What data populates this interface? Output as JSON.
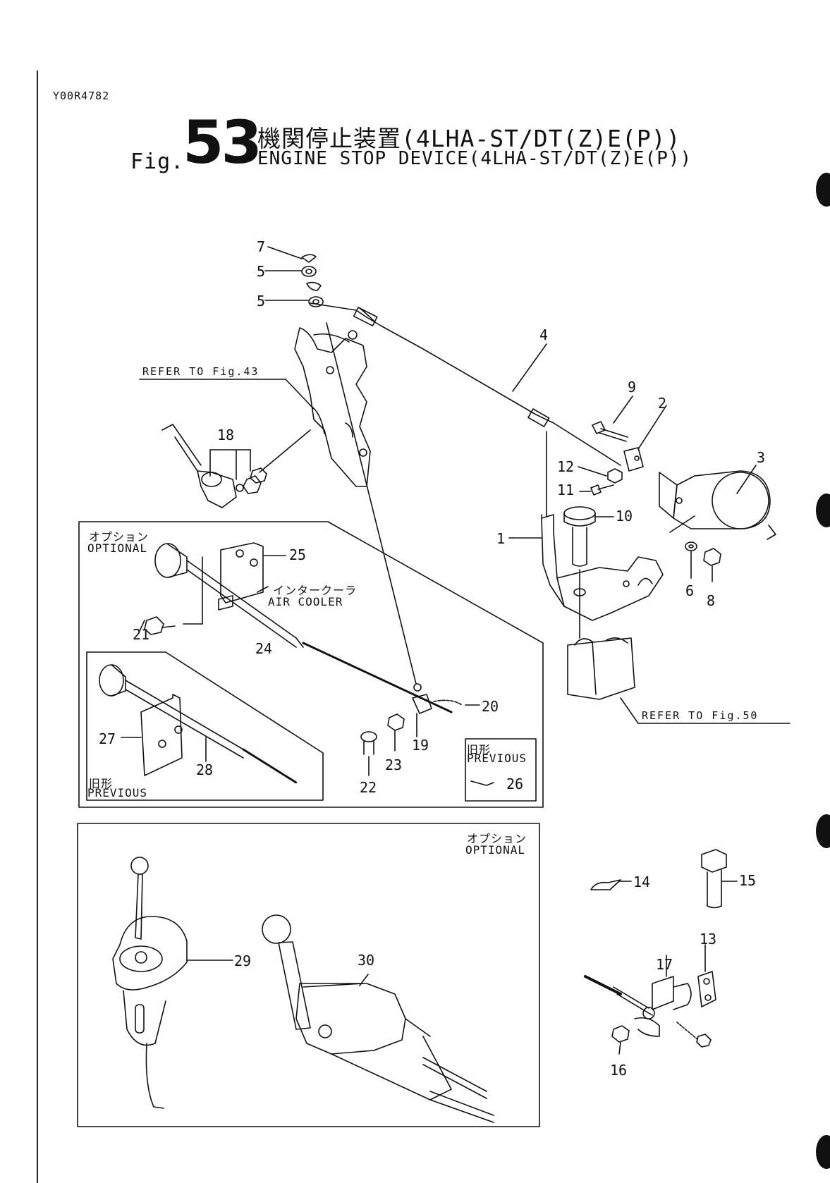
{
  "header": {
    "doc_id": "Y00R4782",
    "fig_prefix": "Fig.",
    "fig_number": "53",
    "title_jp": "機関停止装置(4LHA-ST/DT(Z)E(P))",
    "title_en": "ENGINE STOP DEVICE(4LHA-ST/DT(Z)E(P))"
  },
  "references": {
    "fig43": "REFER TO Fig.43",
    "fig50": "REFER TO Fig.50"
  },
  "boxes": {
    "optional_jp": "オプション",
    "optional_en": "OPTIONAL",
    "intercooler_jp": "インタークーラ",
    "air_cooler": "AIR COOLER",
    "previous_jp": "旧形",
    "previous_en": "PREVIOUS"
  },
  "callouts": {
    "p1": "1",
    "p2": "2",
    "p3": "3",
    "p4": "4",
    "p5a": "5",
    "p5b": "5",
    "p6": "6",
    "p7": "7",
    "p8": "8",
    "p9": "9",
    "p10": "10",
    "p11": "11",
    "p12": "12",
    "p13": "13",
    "p14": "14",
    "p15": "15",
    "p16": "16",
    "p17": "17",
    "p18": "18",
    "p19": "19",
    "p20": "20",
    "p21": "21",
    "p22": "22",
    "p23": "23",
    "p24": "24",
    "p25": "25",
    "p26": "26",
    "p27": "27",
    "p28": "28",
    "p29": "29",
    "p30": "30"
  }
}
